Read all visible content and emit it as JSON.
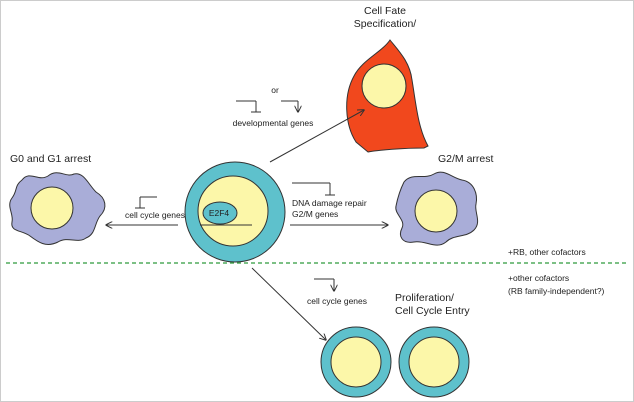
{
  "labels": {
    "cell_fate": [
      "Cell Fate",
      "Specification/"
    ],
    "or": "or",
    "developmental_genes": "developmental genes",
    "g0_g1_arrest": "G0 and G1 arrest",
    "g2m_arrest": "G2/M arrest",
    "dna_damage_repair": "DNA damage repair",
    "g2m_genes": "G2/M genes",
    "cell_cycle_genes_left": "cell cycle genes",
    "e2f4": "E2F4",
    "rb_other_cofactors": "+RB, other cofactors",
    "other_cofactors": "+other cofactors",
    "rb_family_independent": "(RB family-independent?)",
    "cell_cycle_genes_bottom": "cell cycle genes",
    "proliferation": [
      "Proliferation/",
      "Cell Cycle Entry"
    ]
  },
  "colors": {
    "arrested_cell": "#a9add8",
    "nucleus": "#fcf7a9",
    "dividing_cell": "#5ec1cc",
    "fate_cell": "#f1481d",
    "divider": "#2e9a3c",
    "line": "#333333"
  }
}
